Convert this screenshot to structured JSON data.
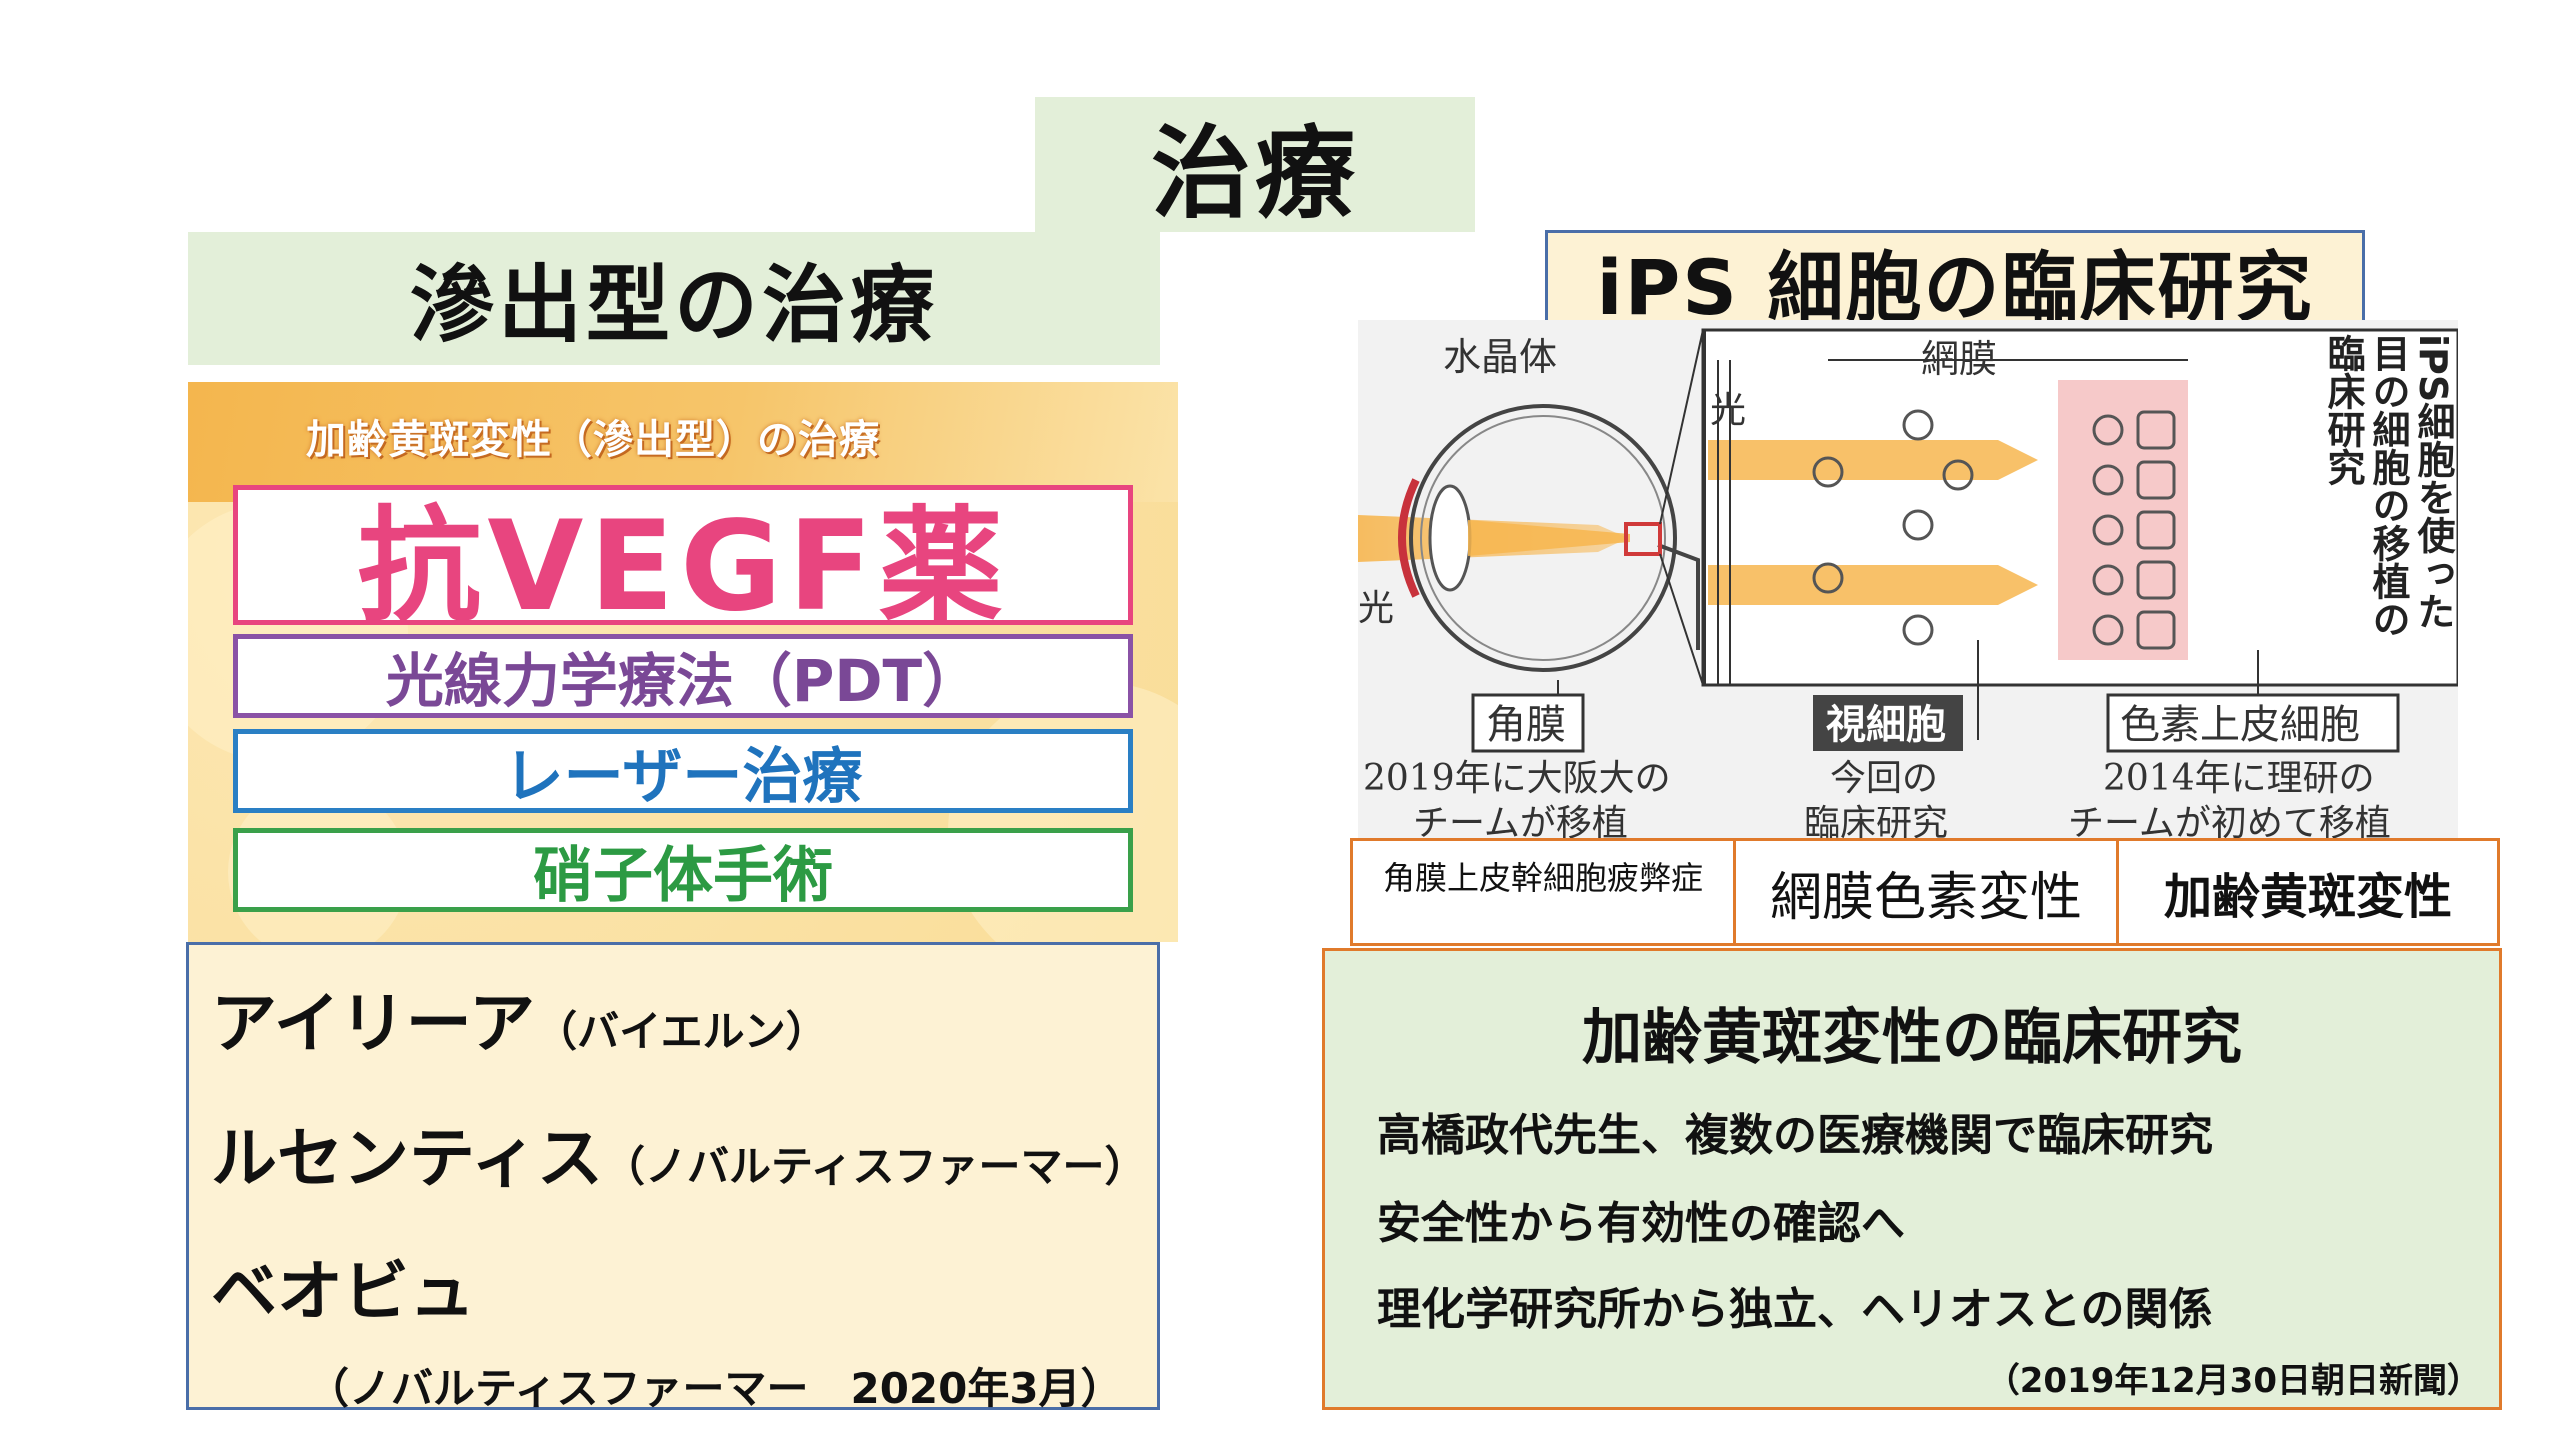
{
  "slide": {
    "title": "治療"
  },
  "left": {
    "header": "滲出型の治療",
    "panel": {
      "caption": "加齢黄斑変性（滲出型）の治療",
      "treatments": [
        "抗VEGF薬",
        "光線力学療法（PDT）",
        "レーザー治療",
        "硝子体手術"
      ]
    },
    "drugs": [
      {
        "name": "アイリーア",
        "maker": "（バイエルン）"
      },
      {
        "name": "ルセンティス",
        "maker": "（ノバルティスファーマー）"
      },
      {
        "name": "ベオビュ",
        "maker": ""
      }
    ],
    "source": "（ノバルティスファーマー　2020年3月）"
  },
  "right": {
    "header": "iPS 細胞の臨床研究",
    "diagram": {
      "labels": {
        "lens": "水晶体",
        "retina": "網膜",
        "light_top": "光",
        "light_left": "光",
        "cornea": "角膜",
        "photoreceptor": "視細胞",
        "rpe": "色素上皮細胞",
        "cornea_note": "2019年に大阪大の\nチームが移植",
        "photoreceptor_note": "今回の\n臨床研究",
        "rpe_note": "2014年に理研の\nチームが初めて移植",
        "vertical_col1": "iPS細胞を使った",
        "vertical_col2": "目の細胞の移植の",
        "vertical_col3": "臨床研究"
      }
    },
    "diseases": [
      "角膜上皮幹細胞疲弊症",
      "網膜色素変性",
      "加齢黄斑変性"
    ],
    "research": {
      "title": "加齢黄斑変性の臨床研究",
      "lines": [
        "高橋政代先生、複数の医療機関で臨床研究",
        "安全性から有効性の確認へ",
        "理化学研究所から独立、ヘリオスとの関係"
      ],
      "source": "（2019年12月30日朝日新聞）"
    }
  },
  "colors": {
    "header_green": "#e3efd9",
    "cream": "#fdf2d4",
    "vegf_pink": "#e8457f",
    "pdt_purple": "#8a52a6",
    "laser_blue": "#2a7fc4",
    "vitrectomy_green": "#3aa04a",
    "orange_border": "#e07a2b"
  }
}
